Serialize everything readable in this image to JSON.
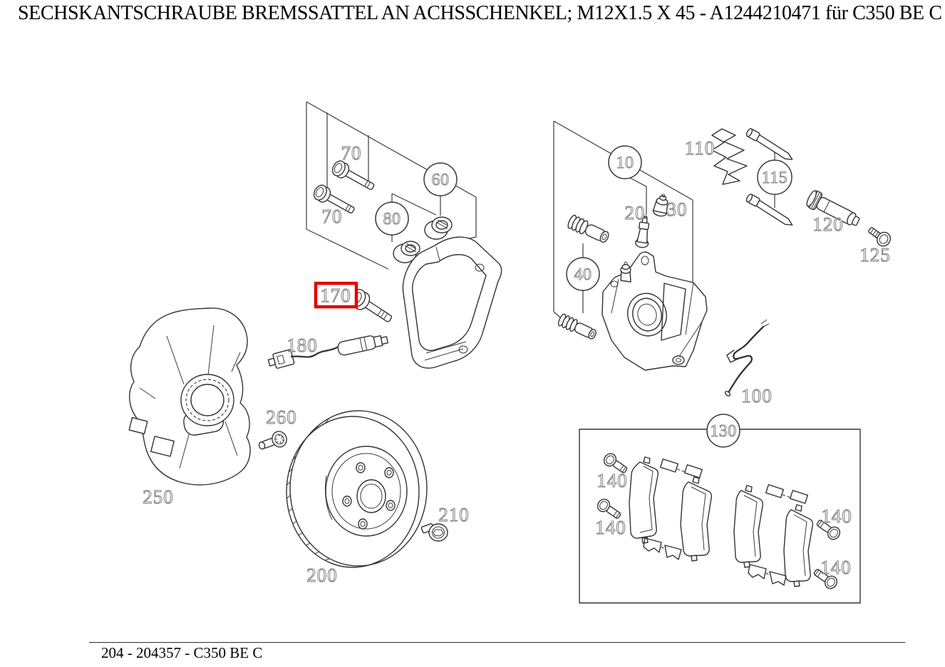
{
  "page": {
    "title": "SECHSKANTSCHRAUBE BREMSSATTEL AN ACHSSCHENKEL; M12X1.5 X 45 - A1244210471 für C350 BE C",
    "footer": "204 - 204357 - C350 BE C"
  },
  "highlight": {
    "part_number": "170",
    "color": "#e60505"
  },
  "callouts": {
    "n10": "10",
    "n20": "20",
    "n30": "30",
    "n40": "40",
    "n60": "60",
    "n70a": "70",
    "n70b": "70",
    "n80": "80",
    "n100": "100",
    "n110": "110",
    "n115": "115",
    "n120": "120",
    "n125": "125",
    "n130": "130",
    "n140a": "140",
    "n140b": "140",
    "n140c": "140",
    "n140d": "140",
    "n170": "170",
    "n180": "180",
    "n200": "200",
    "n210": "210",
    "n250": "250",
    "n260": "260"
  }
}
